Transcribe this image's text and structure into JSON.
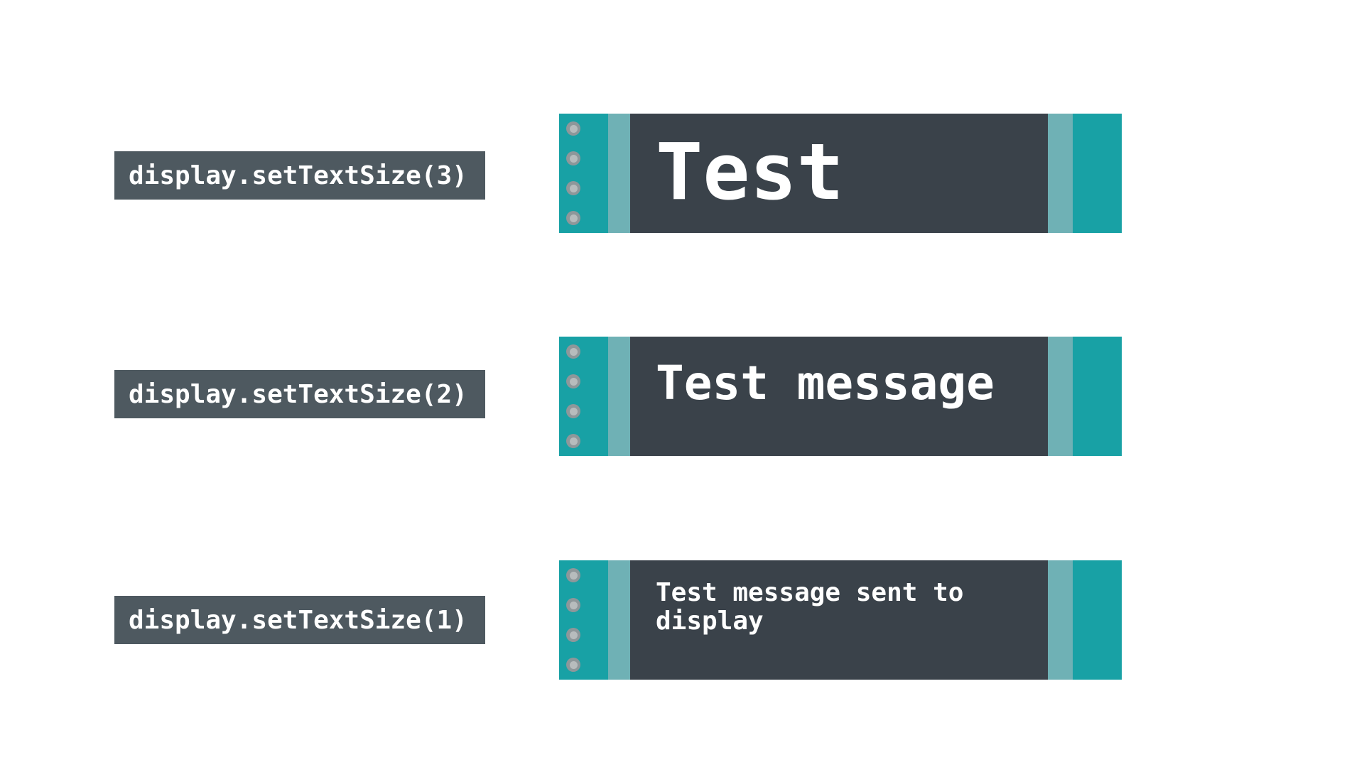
{
  "diagram": {
    "description_rows": [
      {
        "code": "display.setTextSize(3)",
        "display_text": "Test"
      },
      {
        "code": "display.setTextSize(2)",
        "display_text": "Test message"
      },
      {
        "code": "display.setTextSize(1)",
        "display_text": "Test message sent to\ndisplay"
      }
    ],
    "colors": {
      "page_background": "#FFFFFF",
      "code_label_background": "#4E5960",
      "module_edge_teal": "#18A1A5",
      "module_bezel_teal_light": "#6FB1B5",
      "screen_background": "#3A424A",
      "text_color": "#FFFFFF",
      "mounting_hole_ring": "#8E979A",
      "mounting_hole_center": "#B7BCBD"
    }
  }
}
